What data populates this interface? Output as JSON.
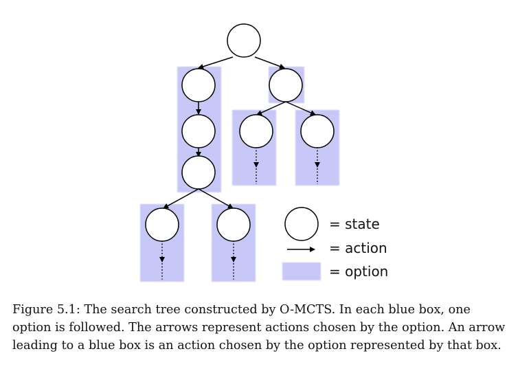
{
  "colors": {
    "option_fill": "#c8c8f8",
    "stroke": "#000000"
  },
  "legend": {
    "state": "= state",
    "action": "= action",
    "option": "= option"
  },
  "caption": {
    "line1": "Figure 5.1: The search tree constructed by O-MCTS. In each blue box, one",
    "line2": "option is followed. The arrows represent actions chosen by the option. An arrow",
    "line3": "leading to a blue box is an action chosen by the option represented by that box."
  }
}
